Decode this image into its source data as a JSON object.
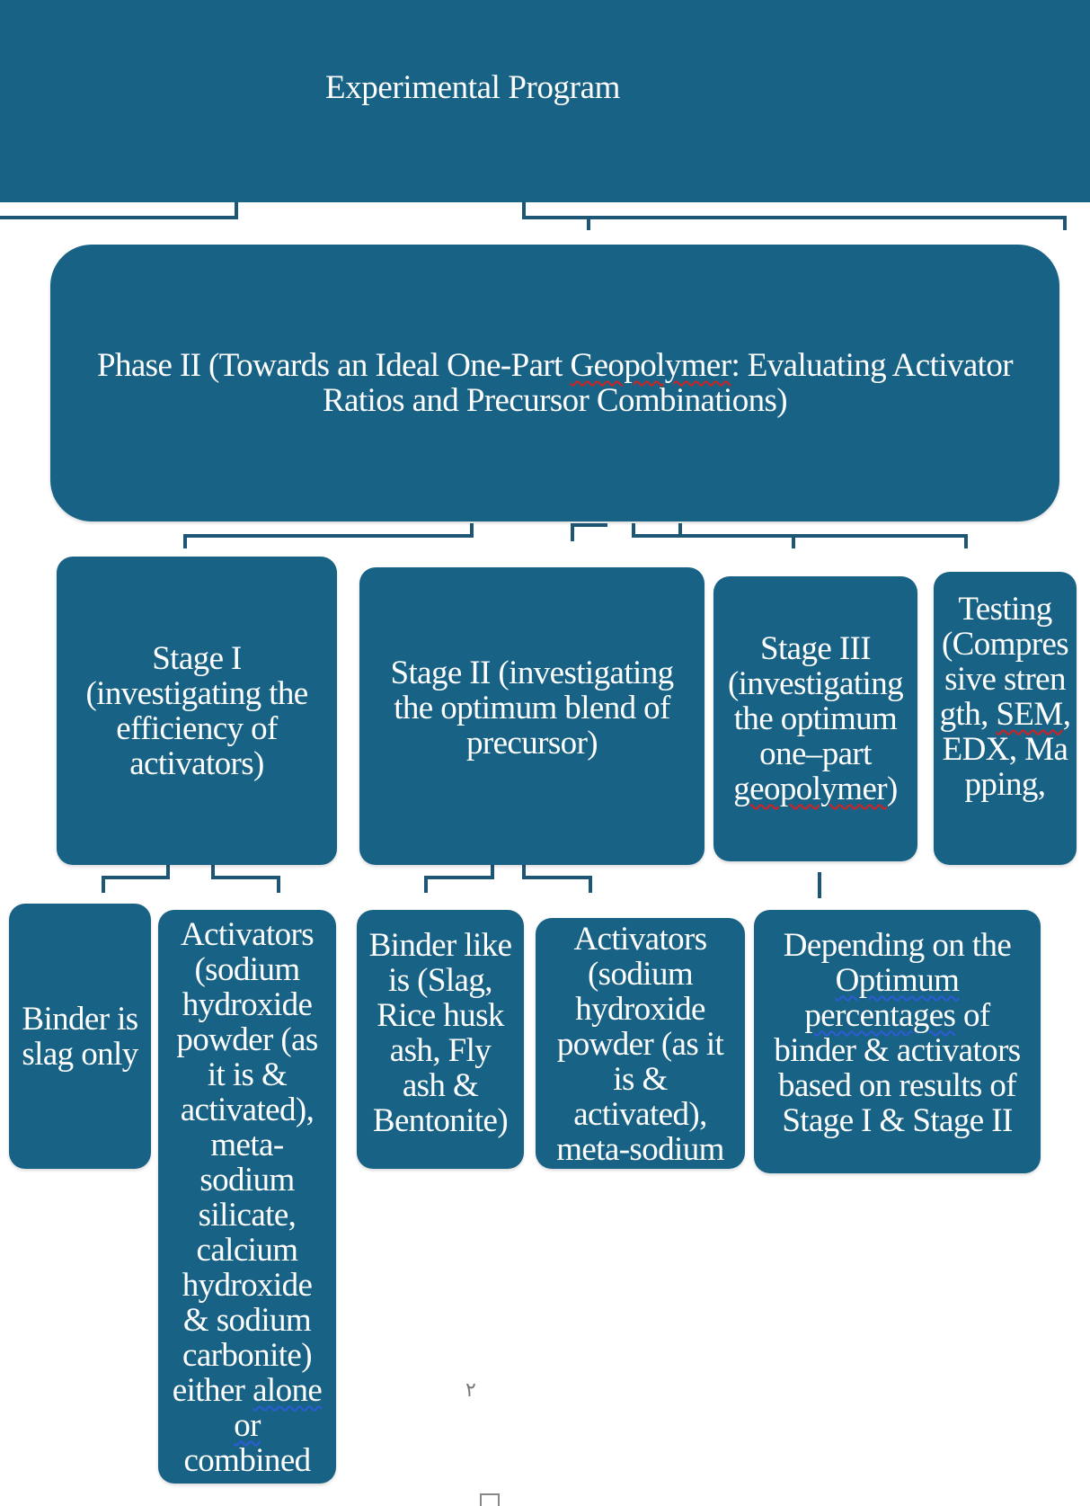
{
  "title": "Experimental  Program",
  "phase": {
    "before": "Phase II (Towards an Ideal One-Part ",
    "flagged": "Geopolymer",
    "after": ": Evaluating Activator Ratios and Precursor Combinations)"
  },
  "stage1": "Stage I (investigating the efficiency of activators)",
  "stage2": "Stage II (investigating the optimum blend of precursor)",
  "stage3": {
    "main": "Stage III (investigating the optimum one–part",
    "flagged": "geopolymer",
    "after": ")"
  },
  "testing": {
    "main": "Testing (Compressive strength,",
    "flagged": "SEM",
    "after": ", EDX, Mapping,"
  },
  "binder_slag": "Binder is slag only",
  "activators1": {
    "main": "Activators (sodium hydroxide powder (as it is & activated), meta-sodium silicate, calcium hydroxide & sodium carbonite) either",
    "flagged1": "alone",
    "flagged2": "or",
    "after": "combined"
  },
  "binder_like": "Binder like is (Slag, Rice husk ash, Fly ash & Bentonite)",
  "activators2": "Activators (sodium hydroxide powder (as it is & activated), meta-sodium",
  "depending": {
    "before": "Depending on the",
    "flagged1": "Optimum",
    "flagged2": "percentages",
    "after": " of binder & activators based on results of Stage I & Stage II"
  },
  "stray_mark": "٢",
  "colors": {
    "box": "#186285",
    "connector": "#1d5775",
    "spell_red": "#d42020",
    "spell_blue": "#2d5cd8"
  }
}
